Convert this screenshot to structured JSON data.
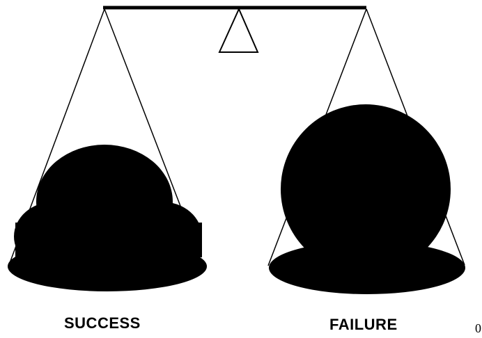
{
  "labels": {
    "left_pan": "SUCCESS",
    "right_pan": "FAILURE"
  },
  "page_number": "0",
  "colors": {
    "ink": "#000000",
    "background": "#ffffff"
  }
}
